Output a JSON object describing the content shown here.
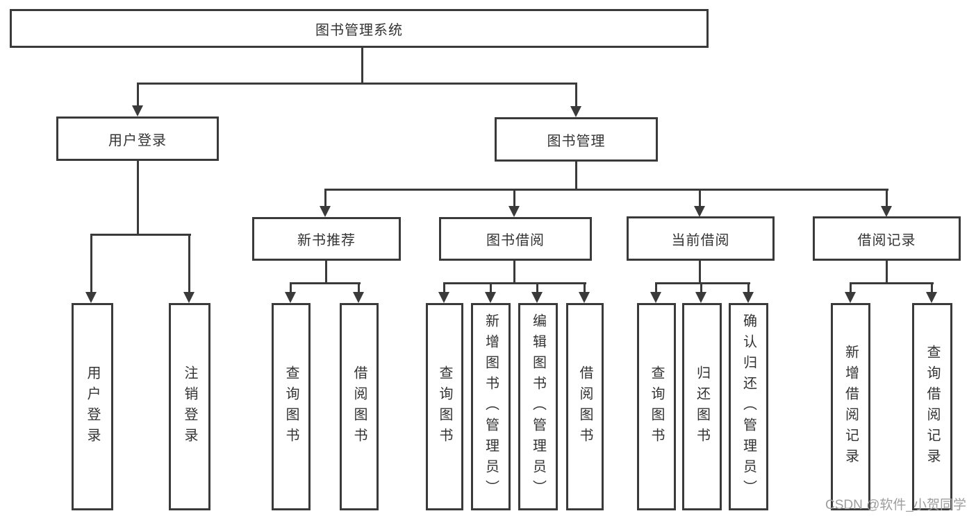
{
  "diagram": {
    "root": {
      "label": "图书管理系统"
    },
    "branches": [
      {
        "label": "用户登录",
        "children": [
          {
            "label": "用户登录"
          },
          {
            "label": "注销登录"
          }
        ]
      },
      {
        "label": "图书管理",
        "children": [
          {
            "label": "新书推荐",
            "children": [
              {
                "label": "查询图书"
              },
              {
                "label": "借阅图书"
              }
            ]
          },
          {
            "label": "图书借阅",
            "children": [
              {
                "label": "查询图书"
              },
              {
                "label": "新增图书（管理员）"
              },
              {
                "label": "编辑图书（管理员）"
              },
              {
                "label": "借阅图书"
              }
            ]
          },
          {
            "label": "当前借阅",
            "children": [
              {
                "label": "查询图书"
              },
              {
                "label": "归还图书"
              },
              {
                "label": "确认归还（管理员）"
              }
            ]
          },
          {
            "label": "借阅记录",
            "children": [
              {
                "label": "新增借阅记录"
              },
              {
                "label": "查询借阅记录"
              }
            ]
          }
        ]
      }
    ],
    "watermark": "CSDN @软件_小贺同学",
    "colors": {
      "line": "#3a3a3a",
      "text": "#333333",
      "background": "#ffffff",
      "watermark": "#9e9e9e"
    }
  }
}
